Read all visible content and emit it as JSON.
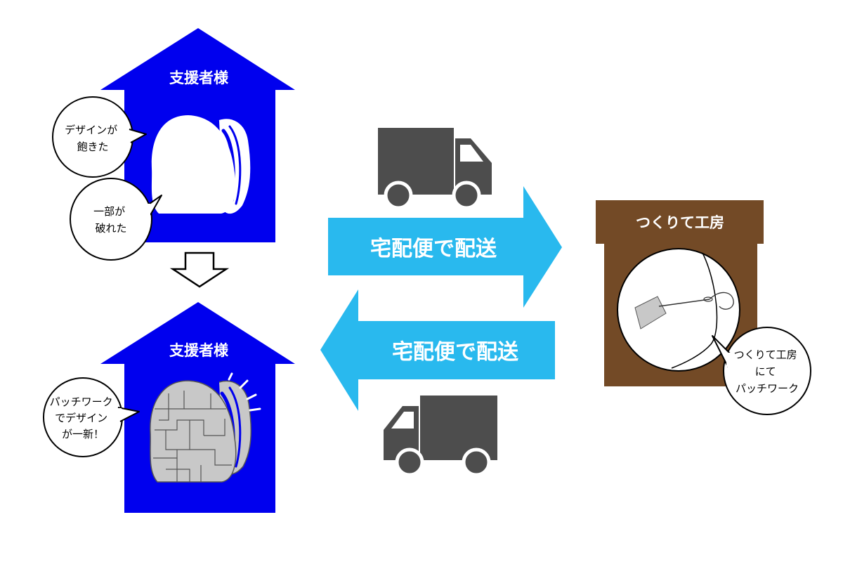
{
  "colors": {
    "house": "#0000ee",
    "arrow": "#29b9ee",
    "workshop": "#734a26",
    "truck": "#4d4d4d",
    "patch": "#c8c8c8"
  },
  "house_top": {
    "label": "支援者様",
    "bubbles": [
      {
        "lines": [
          "デザインが",
          "飽きた"
        ]
      },
      {
        "lines": [
          "一部が",
          "破れた"
        ]
      }
    ]
  },
  "house_bottom": {
    "label": "支援者様",
    "bubble": {
      "lines": [
        "パッチワーク",
        "でデザイン",
        "が一新！"
      ]
    }
  },
  "arrow_right": {
    "label": "宅配便で配送"
  },
  "arrow_left": {
    "label": "宅配便で配送"
  },
  "workshop": {
    "label": "つくりて工房",
    "bubble": {
      "lines": [
        "つくりて工房",
        "にて",
        "パッチワーク"
      ]
    }
  },
  "icons": {
    "truck_top": "truck-icon",
    "truck_bottom": "truck-icon",
    "down_arrow": "down-arrow-icon",
    "needle": "needle-thread-icon",
    "burst": "sparkle-icon"
  }
}
